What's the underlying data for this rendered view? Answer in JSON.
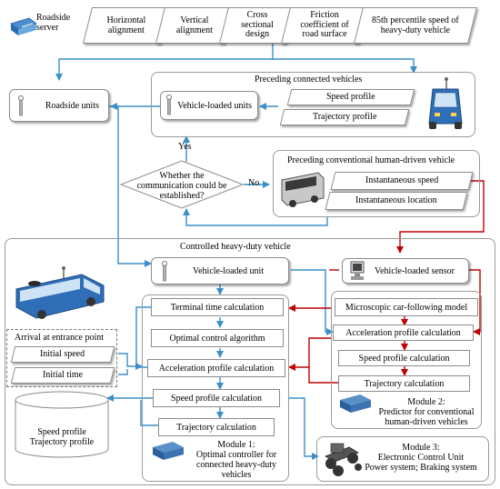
{
  "header": {
    "server_label": "Roadside\nserver",
    "attributes": [
      "Horizontal alignment",
      "Vertical alignment",
      "Cross sectional design",
      "Friction coefficient of road surface",
      "85th percentile speed of heavy-duty vehicle"
    ]
  },
  "roadside_units": "Roadside units",
  "preceding_connected": {
    "title": "Preceding connected vehicles",
    "units": "Vehicle-loaded units",
    "speed_profile": "Speed profile",
    "trajectory_profile": "Trajectory profile"
  },
  "decision": {
    "question": "Whether the communication could be established?",
    "yes": "Yes",
    "no": "No"
  },
  "preceding_conventional": {
    "title": "Preceding conventional human-driven vehicle",
    "speed": "Instantaneous speed",
    "location": "Instantaneous location"
  },
  "controlled": {
    "title": "Controlled heavy-duty vehicle",
    "unit": "Vehicle-loaded unit",
    "sensor": "Vehicle-loaded sensor"
  },
  "entrance": {
    "title": "Arrival at entrance point",
    "speed": "Initial speed",
    "time": "Initial time"
  },
  "module1": {
    "terminal": "Terminal time calculation",
    "optimal": "Optimal control algorithm",
    "acceleration": "Acceleration profile calculation",
    "speed": "Speed profile calculation",
    "trajectory": "Trajectory calculation",
    "caption": "Module 1:\nOptimal controller for\nconnected heavy-duty\nvehicles"
  },
  "module2": {
    "micro": "Microscopic car-following model",
    "acceleration": "Acceleration profile calculation",
    "speed": "Speed profile calculation",
    "trajectory": "Trajectory calculation",
    "caption": "Module 2:\nPredictor for conventional\nhuman-driven vehicles"
  },
  "module3": {
    "caption": "Module 3:\nElectronic Control Unit\nPower system; Braking system"
  },
  "storage": {
    "text": "Speed profile\nTrajectory profile"
  },
  "colors": {
    "blue_arrow": "#3a8fc8",
    "red_arrow": "#c00000",
    "frame_gray": "#9a9a9a"
  }
}
